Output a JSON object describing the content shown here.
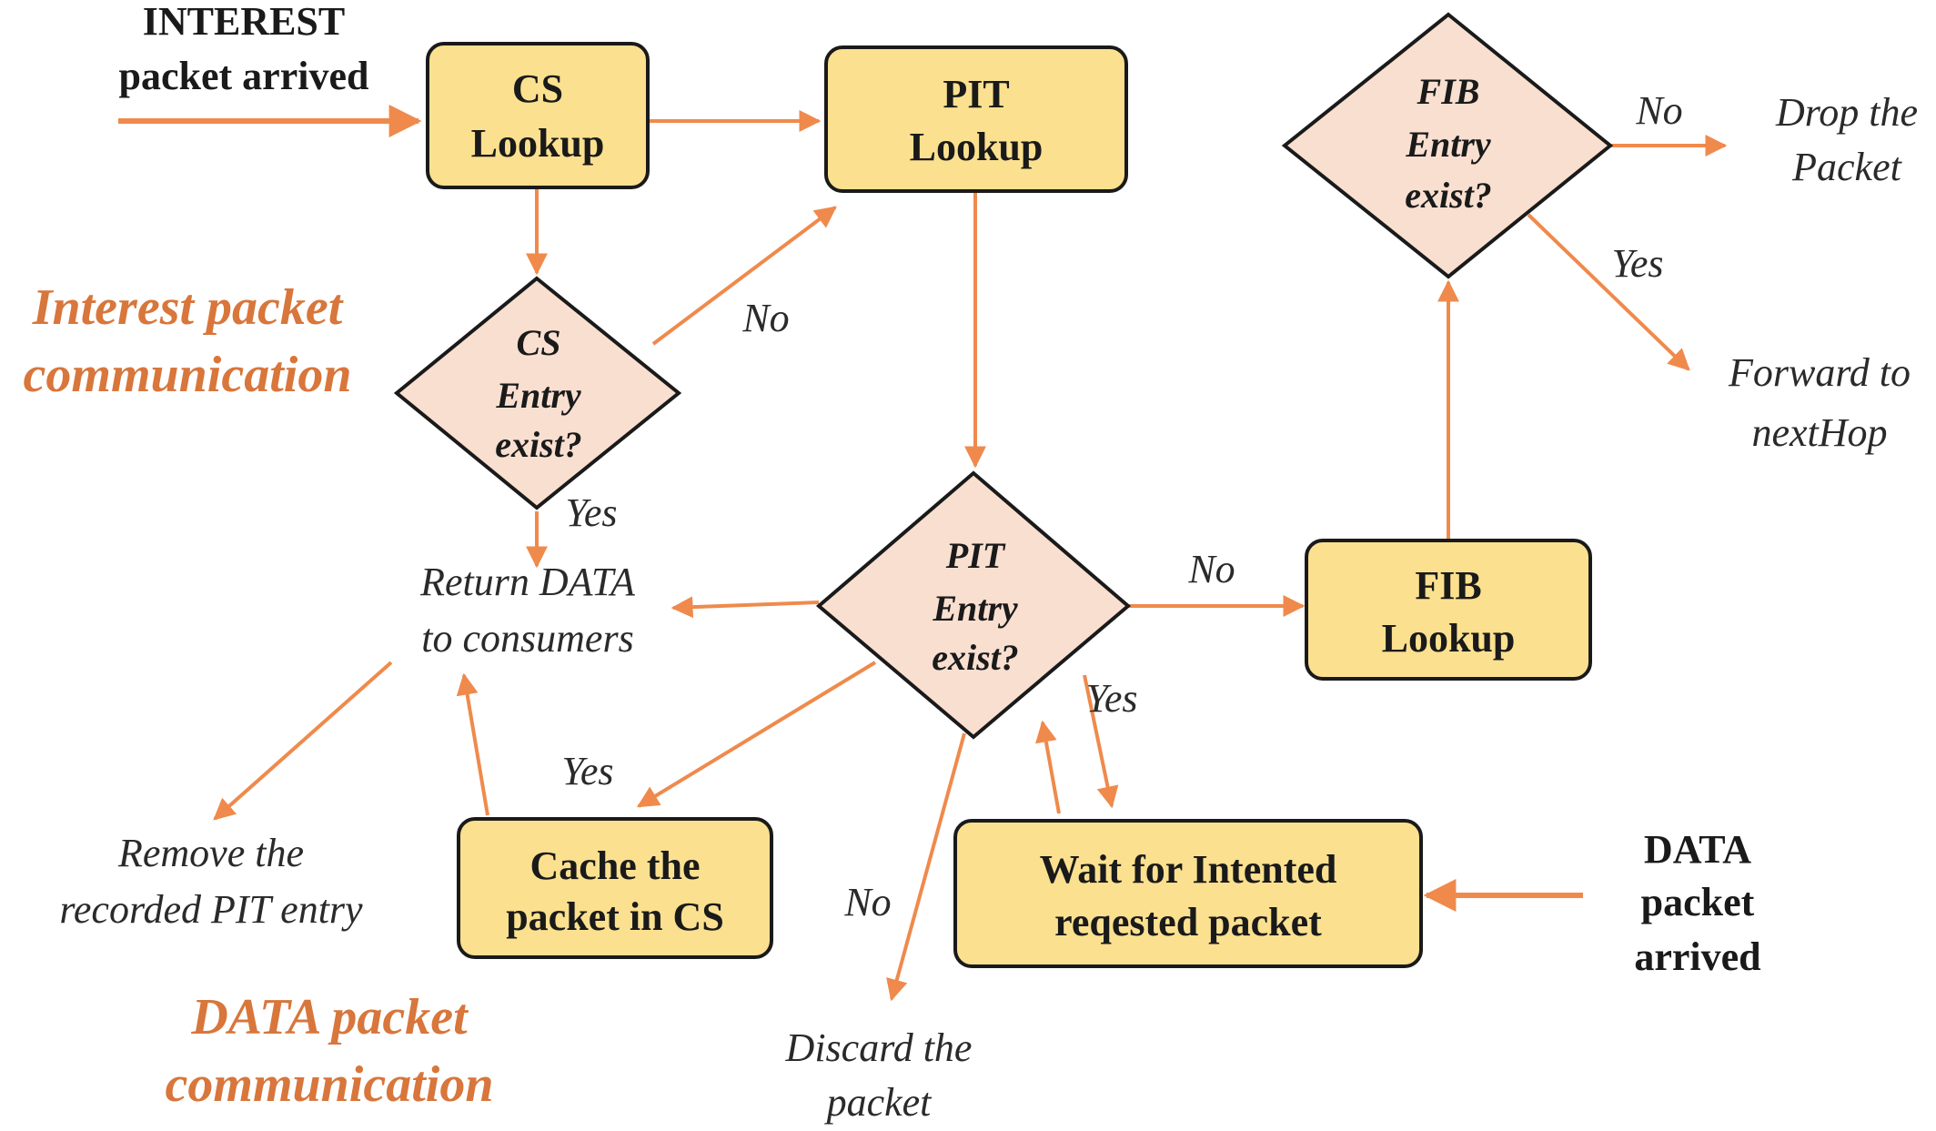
{
  "arrivals": {
    "interest": [
      "INTEREST",
      "packet arrived"
    ],
    "data": [
      "DATA",
      "packet",
      "arrived"
    ]
  },
  "sections": {
    "interest": [
      "Interest packet",
      "communication"
    ],
    "data": [
      "DATA packet",
      "communication"
    ]
  },
  "boxes": {
    "cs_lookup": [
      "CS",
      "Lookup"
    ],
    "pit_lookup": [
      "PIT",
      "Lookup"
    ],
    "fib_lookup": [
      "FIB",
      "Lookup"
    ],
    "cache": [
      "Cache the",
      "packet in CS"
    ],
    "wait": [
      "Wait for Intented",
      "reqested packet"
    ]
  },
  "decisions": {
    "cs": [
      "CS",
      "Entry",
      "exist?"
    ],
    "pit": [
      "PIT",
      "Entry",
      "exist?"
    ],
    "fib": [
      "FIB",
      "Entry",
      "exist?"
    ]
  },
  "outcomes": {
    "return_data": [
      "Return DATA",
      "to consumers"
    ],
    "remove_pit": [
      "Remove the",
      "recorded PIT entry"
    ],
    "discard": [
      "Discard the",
      "packet"
    ],
    "drop": [
      "Drop the",
      "Packet"
    ],
    "forward": [
      "Forward to",
      "nextHop"
    ]
  },
  "edge_labels": {
    "cs_no": "No",
    "cs_yes": "Yes",
    "pit_no": "No",
    "pit_yes_wait": "Yes",
    "pit_yes_cache": "Yes",
    "pit_no_discard": "No",
    "fib_no": "No",
    "fib_yes": "Yes"
  },
  "colors": {
    "box_fill": "#fbe08f",
    "diamond_fill": "#f8dfd0",
    "arrow": "#ef8a4c",
    "section_title": "#d8763b"
  }
}
